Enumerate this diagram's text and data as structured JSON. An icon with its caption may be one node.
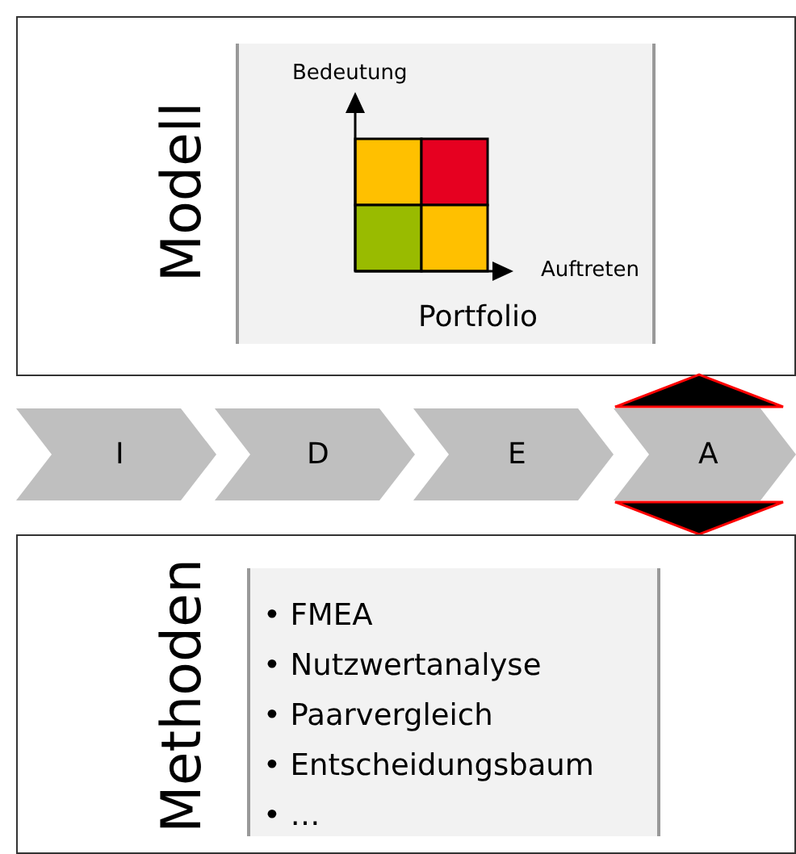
{
  "diagram": {
    "nodes": [
      {
        "text": [
          "Modell"
        ]
      },
      {
        "text": [
          "Portfolio"
        ],
        "in": 0
      },
      {
        "text": [
          "I"
        ]
      },
      {
        "text": [
          "D"
        ]
      },
      {
        "text": [
          "E"
        ]
      },
      {
        "text": [
          "A"
        ]
      },
      {
        "text": [],
        "shape": "triangle"
      },
      {
        "text": [],
        "shape": "triangle"
      },
      {
        "text": [
          "Methoden"
        ]
      },
      {
        "text": [
          "• FMEA",
          "• Nutzwertanalyse",
          "• Paarvergleich",
          "• Entscheidungsbaum",
          "• …"
        ],
        "in": 8
      }
    ],
    "edges": [],
    "labels": [
      "Bedeutung",
      "Auftreten"
    ]
  }
}
